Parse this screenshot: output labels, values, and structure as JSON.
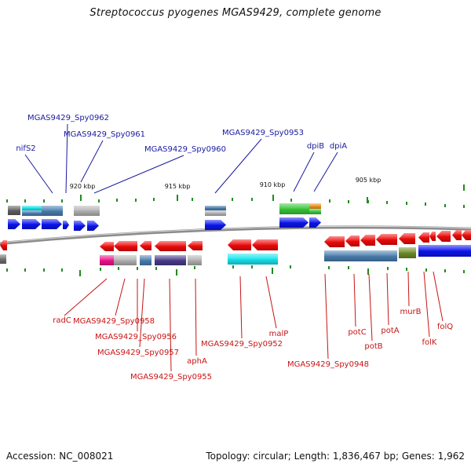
{
  "title": "Streptococcus pyogenes MGAS9429, complete genome",
  "footer": {
    "accession": "Accession: NC_008021",
    "summary": "Topology: circular; Length: 1,836,467 bp; Genes: 1,962"
  },
  "scale_labels": [
    "920 kbp",
    "915 kbp",
    "910 kbp",
    "905 kbp"
  ],
  "top_labels": [
    "nifS2",
    "MGAS9429_Spy0962",
    "MGAS9429_Spy0961",
    "MGAS9429_Spy0960",
    "MGAS9429_Spy0953",
    "dpiB",
    "dpiA"
  ],
  "bottom_labels": [
    "radC",
    "MGAS9429_Spy0958",
    "MGAS9429_Spy0956",
    "MGAS9429_Spy0957",
    "MGAS9429_Spy0955",
    "aphA",
    "MGAS9429_Spy0952",
    "malP",
    "MGAS9429_Spy0948",
    "potC",
    "potB",
    "potA",
    "murB",
    "folK",
    "folQ"
  ],
  "colors": {
    "forward_gene": "#0a14f0",
    "reverse_gene": "#f00a0a",
    "top_label_text": "#1a1aa0",
    "bottom_label_text": "#c81414",
    "tick": "#1e8c1e",
    "backbone": "#8c8c8c",
    "cog_steel_blue": "#4a7fb0",
    "cog_gray": "#b4b4b4",
    "cog_cyan": "#18e6f0",
    "cog_green": "#38c838",
    "cog_orange": "#f0961e",
    "cog_magenta": "#f0148c",
    "cog_slate": "#4a3c8c",
    "cog_olive": "#6e8c28"
  }
}
